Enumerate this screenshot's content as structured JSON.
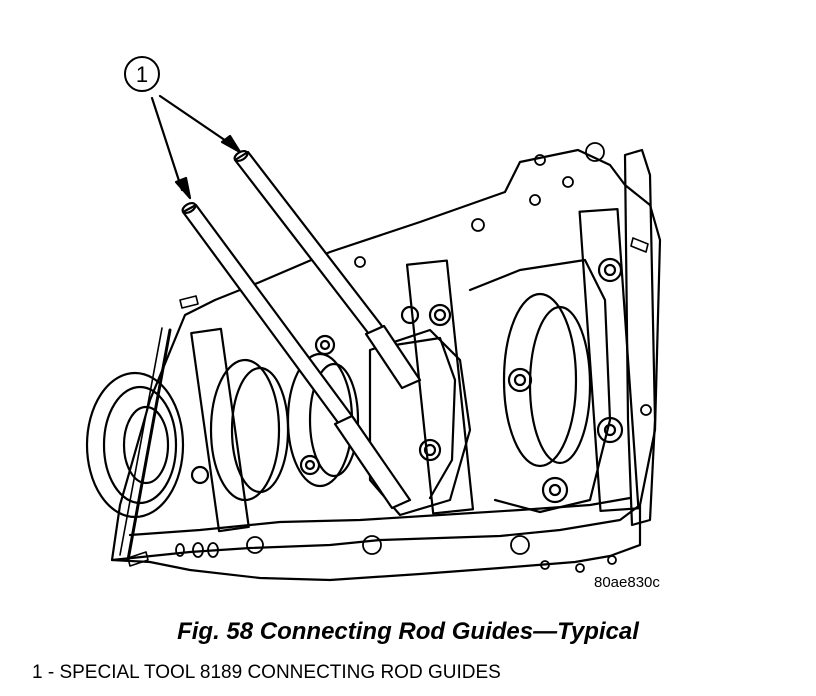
{
  "figure": {
    "callout_number": "1",
    "image_code": "80ae830c"
  },
  "caption": "Fig. 58 Connecting Rod Guides—Typical",
  "legend": {
    "item_1": "1 - SPECIAL TOOL 8189 CONNECTING ROD GUIDES"
  },
  "colors": {
    "ink": "#000000",
    "paper": "#ffffff"
  }
}
